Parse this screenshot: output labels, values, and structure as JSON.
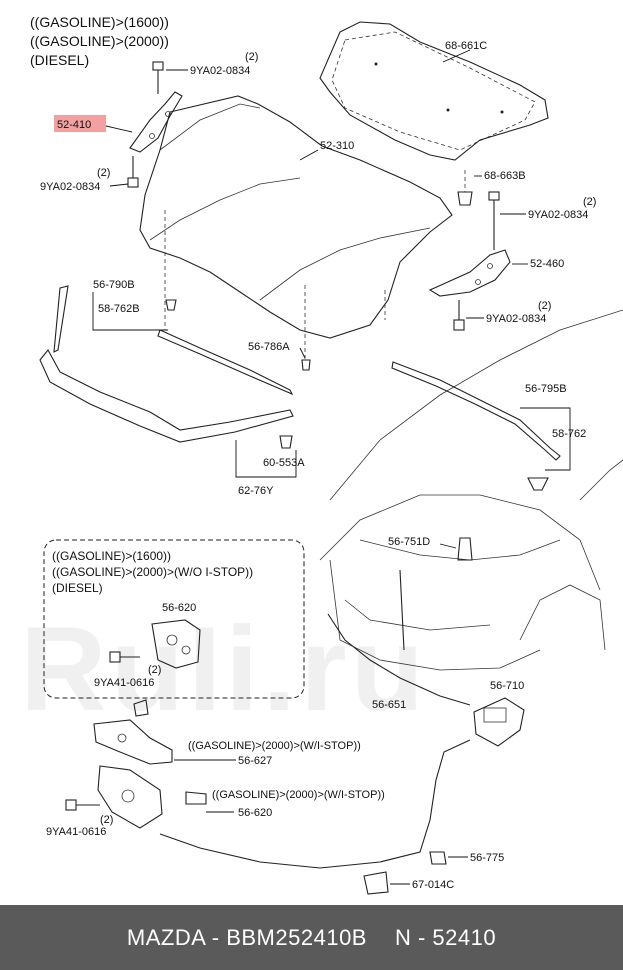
{
  "header_lines": [
    "((GASOLINE)>(1600))",
    "((GASOLINE)>(2000))",
    "(DIESEL)"
  ],
  "labels": {
    "p68661C": "68-661C",
    "p52310": "52-310",
    "p52410": "52-410",
    "p68663B": "68-663B",
    "p52460": "52-460",
    "p56790B": "56-790B",
    "p58762B": "58-762B",
    "p56786A": "56-786A",
    "p60553A": "60-553A",
    "p6276Y": "62-76Y",
    "p56795B": "56-795B",
    "p58762": "58-762",
    "p56751D": "56-751D",
    "p56620a": "56-620",
    "p56651": "56-651",
    "p56710": "56-710",
    "p56627": "56-627",
    "p56620b": "56-620",
    "p56775": "56-775",
    "p67014C": "67-014C",
    "bolt_a": "9YA02-0834",
    "bolt_b": "9YA02-0834",
    "bolt_c": "9YA02-0834",
    "bolt_d": "9YA02-0834",
    "bolt_e": "9YA41-0616",
    "bolt_f": "9YA41-0616",
    "qty2": "(2)"
  },
  "box_lines": [
    "((GASOLINE)>(1600))",
    "((GASOLINE)>(2000)>(W/O I-STOP))",
    "(DIESEL)"
  ],
  "note_wistop_a": "((GASOLINE)>(2000)>(W/I-STOP))",
  "note_wistop_b": "((GASOLINE)>(2000)>(W/I-STOP))",
  "footer": {
    "brand": "MAZDA - BBM252410B",
    "ref": "N - 52410"
  },
  "watermark": "RuIi.ru",
  "colors": {
    "highlight": "#f2a0a0",
    "footer_bg": "#5a5a5a"
  }
}
